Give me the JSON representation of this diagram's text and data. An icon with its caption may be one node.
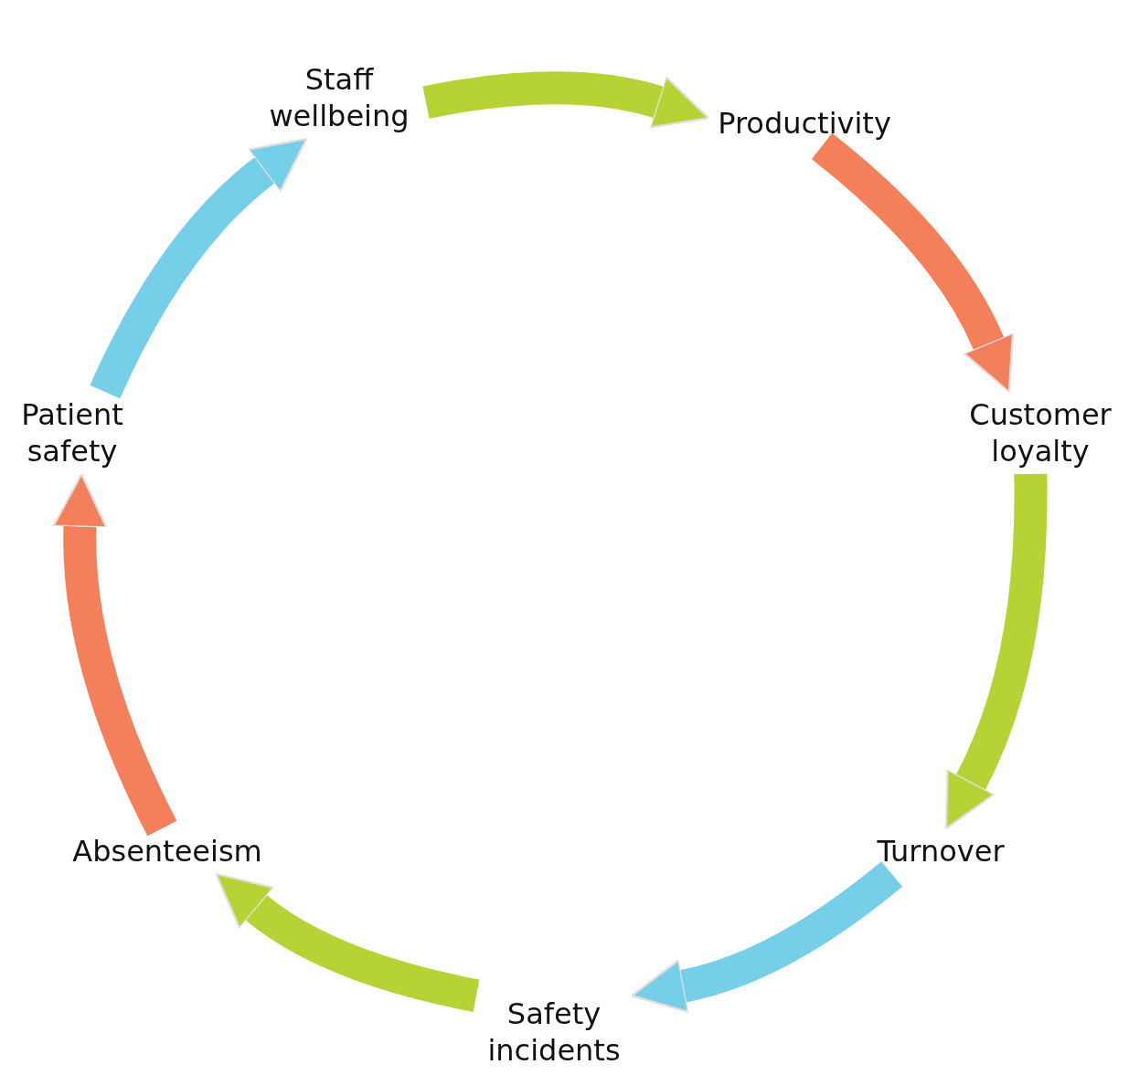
{
  "diagram": {
    "nodes": [
      {
        "text": [
          "Staff wellbeing"
        ]
      },
      {
        "text": [
          "Productivity"
        ]
      },
      {
        "text": [
          "Customer loyalty"
        ]
      },
      {
        "text": [
          "Turnover"
        ]
      },
      {
        "text": [
          "Safety incidents"
        ]
      },
      {
        "text": [
          "Absenteeism"
        ]
      },
      {
        "text": [
          "Patient safety"
        ]
      }
    ],
    "edges": [
      {
        "from": 0,
        "to": 1,
        "arrow": "to"
      },
      {
        "from": 1,
        "to": 2,
        "arrow": "to",
        "color": "#f47f5b"
      },
      {
        "from": 2,
        "to": 3,
        "arrow": "to"
      },
      {
        "from": 3,
        "to": 4,
        "arrow": "to",
        "color": "#76cfe8"
      },
      {
        "from": 4,
        "to": 5,
        "arrow": "to"
      },
      {
        "from": 5,
        "to": 6,
        "arrow": "to",
        "color": "#f47f5b"
      },
      {
        "from": 6,
        "to": 0,
        "arrow": "to",
        "color": "#76cfe8"
      }
    ]
  }
}
